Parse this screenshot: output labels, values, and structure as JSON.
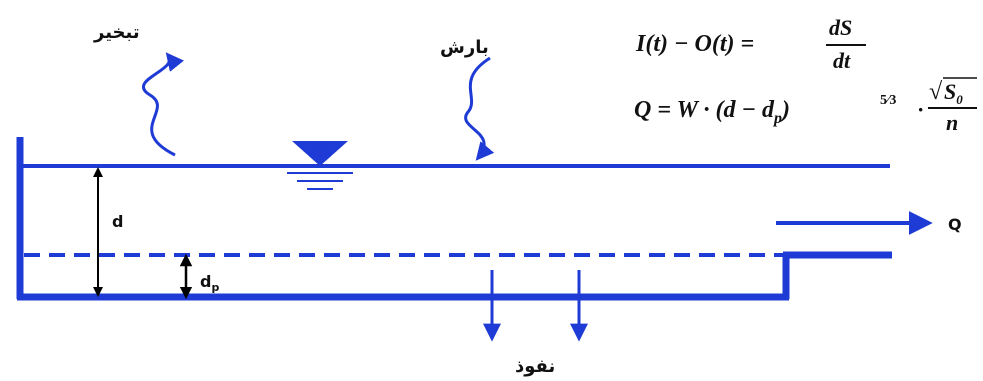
{
  "labels": {
    "evaporation": "تبخیر",
    "precipitation": "بارش",
    "infiltration": "نفوذ",
    "depth": "d",
    "depression_depth_main": "d",
    "depression_depth_sub": "p",
    "outflow": "Q"
  },
  "equations": {
    "continuity": {
      "lhs": "I(t) − O(t) =",
      "numerator": "dS",
      "denominator": "dt"
    },
    "manning": {
      "lhs": "Q = W · (d − d",
      "sub": "p",
      "close": ")",
      "exponent": "5⁄3",
      "dot": "·",
      "sqrt_symbol": "√",
      "sqrt_arg": "S",
      "sqrt_sub": "0",
      "denominator": "n"
    }
  },
  "colors": {
    "primary": "#1f3bd6",
    "text": "#111111"
  }
}
